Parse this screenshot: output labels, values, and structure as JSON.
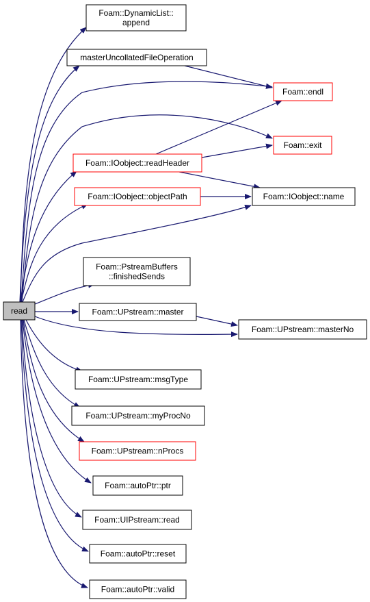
{
  "colors": {
    "edge": "#191970",
    "link_border": "#000000",
    "truncated_border": "#ff0000",
    "root_fill": "#bfbfbf",
    "node_fill": "#ffffff"
  },
  "root": {
    "label": "read"
  },
  "nodes": {
    "dynlist_append": {
      "lines": [
        "Foam::DynamicList::",
        "append"
      ],
      "truncated": false
    },
    "master_uncollated": {
      "lines": [
        "masterUncollatedFileOperation"
      ],
      "truncated": false
    },
    "endl": {
      "lines": [
        "Foam::endl"
      ],
      "truncated": true
    },
    "exit": {
      "lines": [
        "Foam::exit"
      ],
      "truncated": true
    },
    "read_header": {
      "lines": [
        "Foam::IOobject::readHeader"
      ],
      "truncated": true
    },
    "object_path": {
      "lines": [
        "Foam::IOobject::objectPath"
      ],
      "truncated": true
    },
    "ioobject_name": {
      "lines": [
        "Foam::IOobject::name"
      ],
      "truncated": false
    },
    "finished_sends": {
      "lines": [
        "Foam::PstreamBuffers",
        "::finishedSends"
      ],
      "truncated": false
    },
    "upstream_master": {
      "lines": [
        "Foam::UPstream::master"
      ],
      "truncated": false
    },
    "master_no": {
      "lines": [
        "Foam::UPstream::masterNo"
      ],
      "truncated": false
    },
    "msg_type": {
      "lines": [
        "Foam::UPstream::msgType"
      ],
      "truncated": false
    },
    "my_proc_no": {
      "lines": [
        "Foam::UPstream::myProcNo"
      ],
      "truncated": false
    },
    "n_procs": {
      "lines": [
        "Foam::UPstream::nProcs"
      ],
      "truncated": true
    },
    "autoptr_ptr": {
      "lines": [
        "Foam::autoPtr::ptr"
      ],
      "truncated": false
    },
    "uipstream_read": {
      "lines": [
        "Foam::UIPstream::read"
      ],
      "truncated": false
    },
    "autoptr_reset": {
      "lines": [
        "Foam::autoPtr::reset"
      ],
      "truncated": false
    },
    "autoptr_valid": {
      "lines": [
        "Foam::autoPtr::valid"
      ],
      "truncated": false
    }
  },
  "edges": [
    [
      "root",
      "dynlist_append"
    ],
    [
      "root",
      "master_uncollated"
    ],
    [
      "root",
      "endl"
    ],
    [
      "root",
      "exit"
    ],
    [
      "root",
      "read_header"
    ],
    [
      "root",
      "object_path"
    ],
    [
      "root",
      "ioobject_name"
    ],
    [
      "root",
      "finished_sends"
    ],
    [
      "root",
      "upstream_master"
    ],
    [
      "root",
      "master_no"
    ],
    [
      "root",
      "msg_type"
    ],
    [
      "root",
      "my_proc_no"
    ],
    [
      "root",
      "n_procs"
    ],
    [
      "root",
      "autoptr_ptr"
    ],
    [
      "root",
      "uipstream_read"
    ],
    [
      "root",
      "autoptr_reset"
    ],
    [
      "root",
      "autoptr_valid"
    ],
    [
      "master_uncollated",
      "endl"
    ],
    [
      "read_header",
      "endl"
    ],
    [
      "read_header",
      "exit"
    ],
    [
      "read_header",
      "ioobject_name"
    ],
    [
      "object_path",
      "ioobject_name"
    ],
    [
      "upstream_master",
      "master_no"
    ]
  ]
}
